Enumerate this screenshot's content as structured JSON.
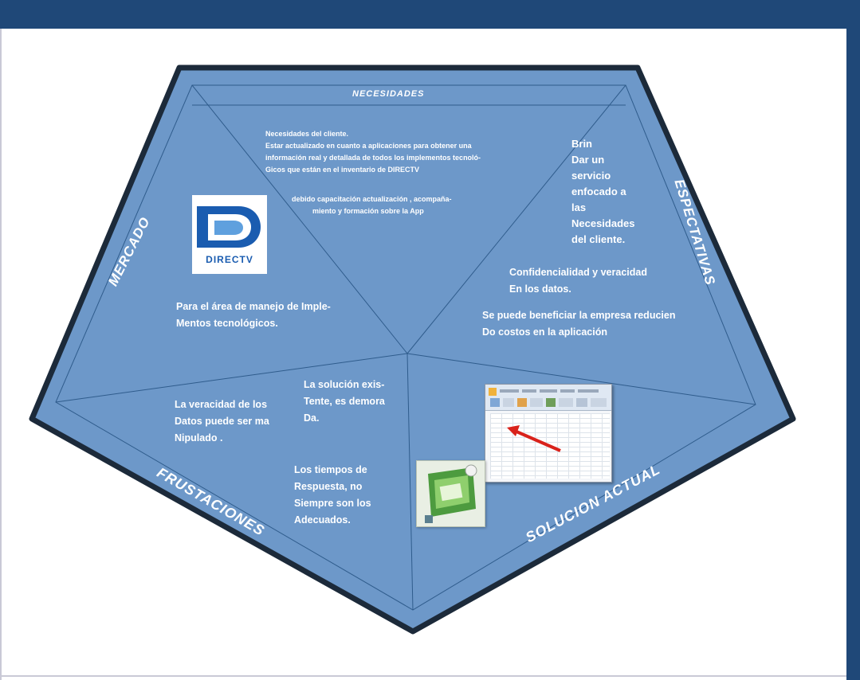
{
  "diagram": {
    "sections": {
      "necesidades": "NECESIDADES",
      "especativas": "ESPECTATIVAS",
      "mercado": "MERCADO",
      "frustaciones": "FRUSTACIONES",
      "solucion_actual": "SOLUCION ACTUAL"
    },
    "necesidades_text": {
      "line1": "Necesidades del cliente.",
      "line2": "Estar actualizado en cuanto a aplicaciones para obtener una",
      "line3": "información real y detallada de todos los implementos tecnoló-",
      "line4": "Gicos que están en el inventario de DIRECTV",
      "line5": "debido capacitación actualización , acompaña-",
      "line6": "miento y formación sobre la App"
    },
    "especativas_text": {
      "block1": [
        "Brin",
        "Dar un",
        "servicio",
        "enfocado a",
        "las",
        "Necesidades",
        "del cliente."
      ],
      "block2": [
        "Confidencialidad y veracidad",
        "En los datos."
      ],
      "block3": [
        "Se puede beneficiar la empresa reducien",
        "Do costos en la aplicación"
      ]
    },
    "mercado_text": [
      "Para el área de manejo de Imple-",
      "Mentos tecnológicos."
    ],
    "logo_text": "DIRECTV",
    "frustaciones_text": {
      "block1": [
        "La veracidad de los",
        "Datos puede ser ma",
        "Nipulado ."
      ],
      "block2": [
        "La solución exis-",
        "Tente, es demora",
        "Da."
      ],
      "block3": [
        "Los tiempos de",
        "Respuesta, no",
        "Siempre son los",
        "Adecuados."
      ]
    },
    "icons": {
      "logo": "directv-logo-icon",
      "spreadsheet": "spreadsheet-screenshot-icon",
      "app": "excel-app-icon",
      "arrow": "red-arrow-icon"
    },
    "colors": {
      "pentagon": "#6d98c9",
      "outline": "#1c2a3a",
      "frame": "#1f4878",
      "text": "#ffffff",
      "arrow": "#d9221b"
    }
  }
}
